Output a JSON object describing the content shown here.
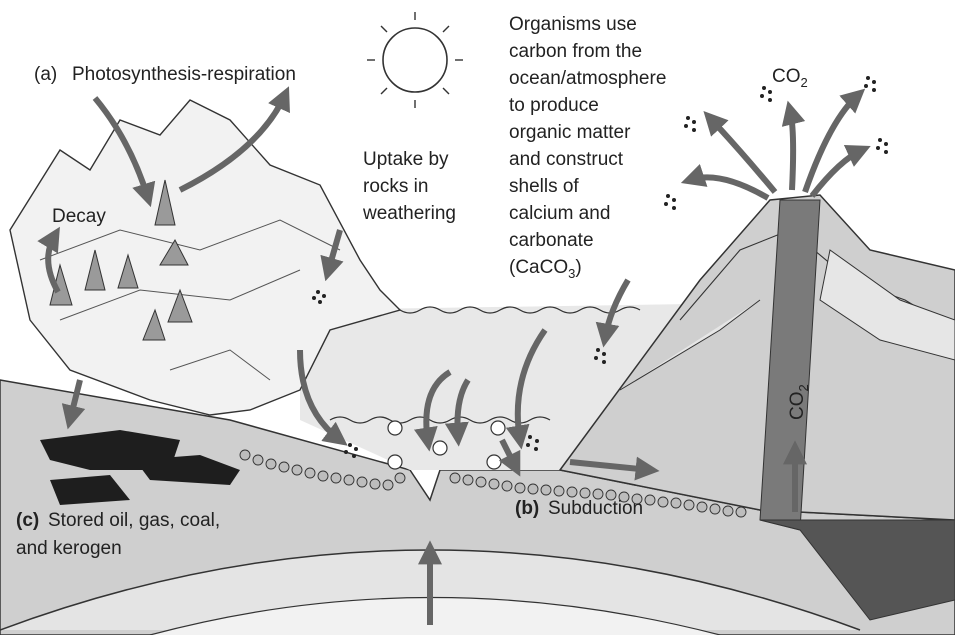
{
  "labels": {
    "a_letter": "(a)",
    "a_text": "Photosynthesis-respiration",
    "decay": "Decay",
    "uptake": [
      "Uptake by",
      "rocks in",
      "weathering"
    ],
    "organisms": [
      "Organisms use",
      "carbon from the",
      "ocean/atmosphere",
      "to produce",
      "organic matter",
      "and construct",
      "shells of",
      "calcium and",
      "carbonate"
    ],
    "caco3": {
      "open": "(CaCO",
      "sub": "3",
      "close": ")"
    },
    "co2_top": {
      "main": "CO",
      "sub": "2"
    },
    "co2_volcano": {
      "main": "CO",
      "sub": "2"
    },
    "b_letter": "(b)",
    "b_text": "Subduction",
    "c_letter": "(c)",
    "c_text": "Stored oil, gas, coal,",
    "c_text2": "and kerogen"
  }
}
